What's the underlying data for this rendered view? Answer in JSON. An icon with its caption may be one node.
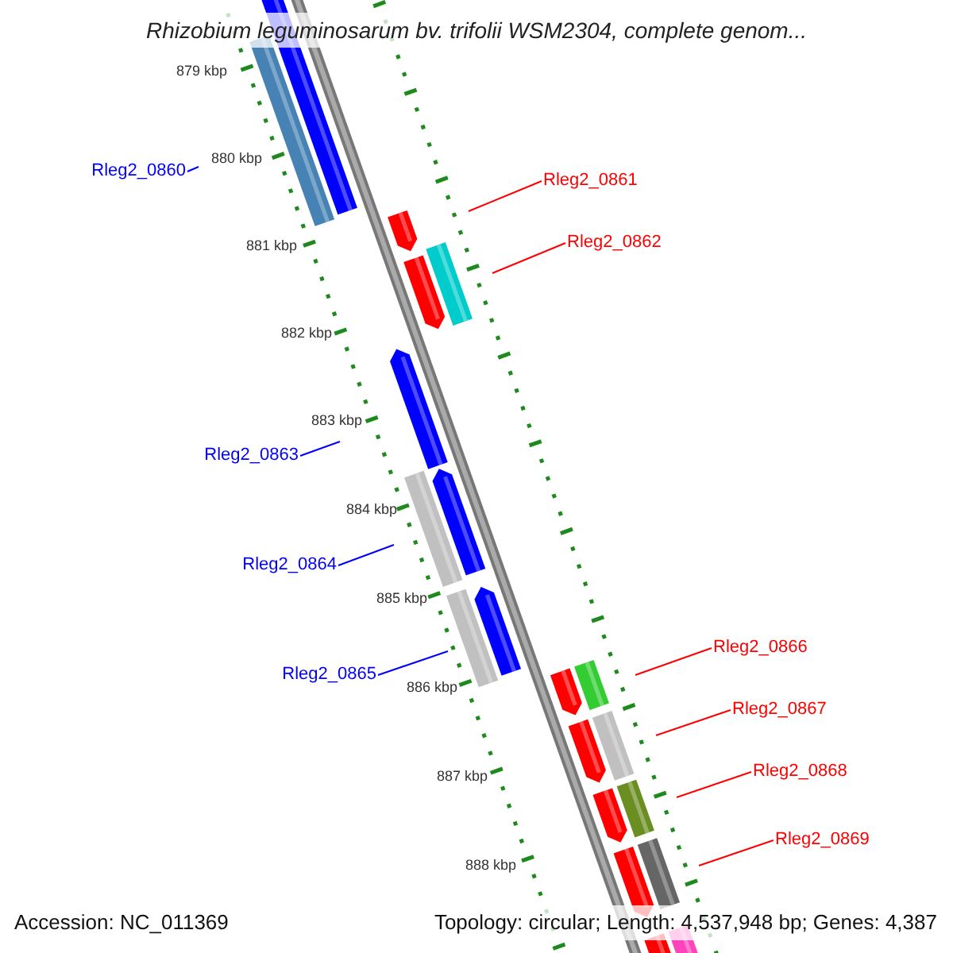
{
  "diagram": {
    "title": "Rhizobium leguminosarum bv. trifolii WSM2304, complete genom...",
    "nodes": [
      {
        "text": [
          "Rleg2_0860"
        ]
      },
      {
        "text": [
          "Rleg2_0861"
        ]
      },
      {
        "text": [
          "Rleg2_0862"
        ]
      },
      {
        "text": [
          "Rleg2_0863"
        ]
      },
      {
        "text": [
          "Rleg2_0864"
        ]
      },
      {
        "text": [
          "Rleg2_0865"
        ]
      },
      {
        "text": [
          "Rleg2_0866"
        ]
      },
      {
        "text": [
          "Rleg2_0867"
        ]
      },
      {
        "text": [
          "Rleg2_0868"
        ]
      },
      {
        "text": [
          "Rleg2_0869"
        ]
      }
    ],
    "edges": [
      {
        "from": 0,
        "to": null,
        "arrow": "none",
        "color": "#0000ff"
      },
      {
        "from": 1,
        "to": null,
        "arrow": "none"
      },
      {
        "from": 2,
        "to": null,
        "arrow": "none"
      },
      {
        "from": 3,
        "to": null,
        "arrow": "none",
        "color": "#0000ff"
      },
      {
        "from": 4,
        "to": null,
        "arrow": "none",
        "color": "#0000ff"
      },
      {
        "from": 5,
        "to": null,
        "arrow": "none",
        "color": "#0000ff"
      },
      {
        "from": 6,
        "to": null,
        "arrow": "none"
      },
      {
        "from": 7,
        "to": null,
        "arrow": "none"
      },
      {
        "from": 8,
        "to": null,
        "arrow": "none"
      },
      {
        "from": 9,
        "to": null,
        "arrow": "none"
      }
    ],
    "labels": [
      "879 kbp",
      "880 kbp",
      "881 kbp",
      "882 kbp",
      "883 kbp",
      "884 kbp",
      "885 kbp",
      "886 kbp",
      "887 kbp",
      "888 kbp",
      "Accession: NC_011369",
      "Topology: circular; Length: 4,537,948 bp; Genes: 4,387"
    ]
  }
}
